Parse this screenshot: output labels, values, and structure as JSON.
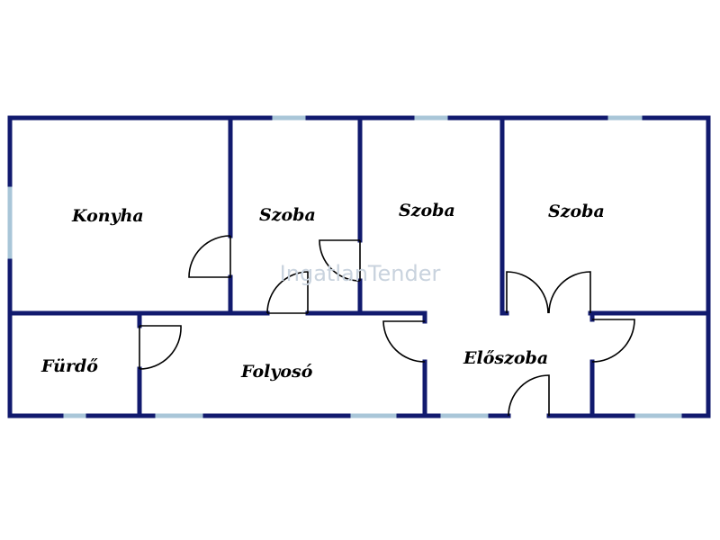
{
  "plan": {
    "colors": {
      "wall": "#111a6e",
      "window": "#a9c6d8",
      "door": "#000000",
      "watermark": "#c9d3de"
    },
    "rooms": {
      "kitchen": "Konyha",
      "room1": "Szoba",
      "room2": "Szoba",
      "room3": "Szoba",
      "bathroom": "Fürdő",
      "corridor": "Folyosó",
      "hall": "Előszoba"
    },
    "watermark": "IngatlanTender"
  }
}
